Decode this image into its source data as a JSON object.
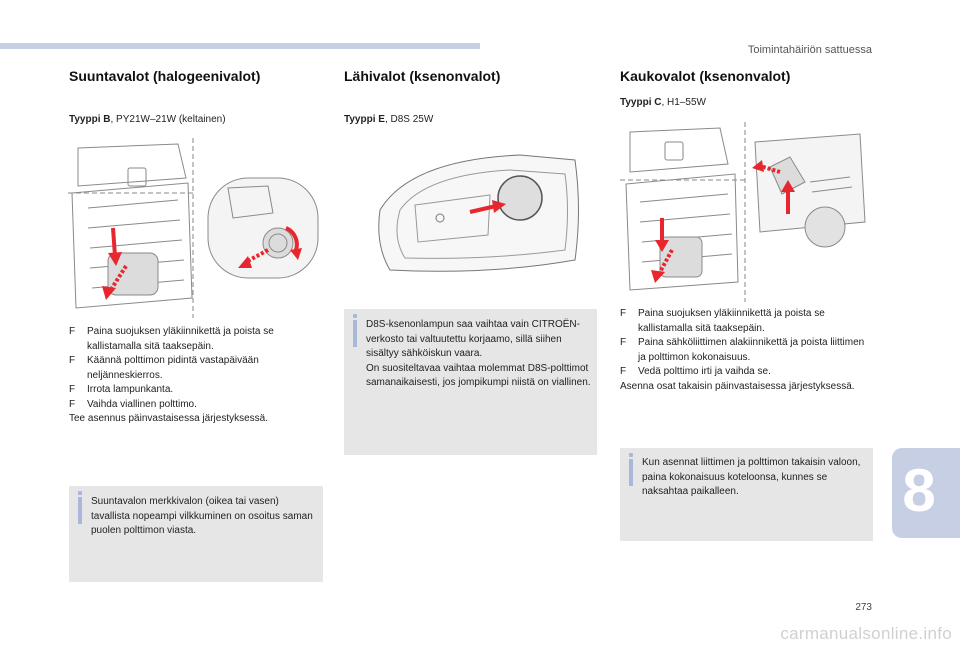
{
  "header": {
    "section_title": "Toimintahäiriön sattuessa"
  },
  "chapter_tab": "8",
  "page_number": "273",
  "watermark": "carmanualsonline.info",
  "columns": [
    {
      "title": "Suuntavalot (halogeenivalot)",
      "type_label": "Tyyppi B",
      "type_spec": ", PY21W–21W (keltainen)",
      "steps": [
        "Paina suojuksen yläkiinnikettä ja poista se kallistamalla sitä taaksepäin.",
        "Käännä polttimon pidintä vastapäivään neljänneskierros.",
        "Irrota lampunkanta.",
        "Vaihda viallinen polttimo."
      ],
      "closing": "Tee asennus päinvastaisessa järjestyksessä.",
      "info": "Suuntavalon merkkivalon (oikea tai vasen) tavallista nopeampi vilkkuminen on osoitus saman puolen polttimon viasta."
    },
    {
      "title": "Lähivalot (ksenonvalot)",
      "type_label": "Tyyppi E",
      "type_spec": ", D8S 25W",
      "info": "D8S-ksenonlampun saa vaihtaa vain CITROËN-verkosto tai valtuutettu korjaamo, sillä siihen sisältyy sähköiskun vaara.\nOn suositeltavaa vaihtaa molemmat D8S-polttimot samanaikaisesti, jos jompikumpi niistä on viallinen."
    },
    {
      "title": "Kaukovalot (ksenonvalot)",
      "type_label": "Tyyppi C",
      "type_spec": ", H1–55W",
      "steps": [
        "Paina suojuksen yläkiinnikettä ja poista se kallistamalla sitä taaksepäin.",
        "Paina sähköliittimen alakiinnikettä ja poista liittimen ja polttimon kokonaisuus.",
        "Vedä polttimo irti ja vaihda se."
      ],
      "closing": "Asenna osat takaisin päinvastaisessa järjestyksessä.",
      "info": "Kun asennat liittimen ja polttimon takaisin valoon, paina kokonaisuus koteloonsa, kunnes se naksahtaa paikalleen."
    }
  ],
  "bullet_glyph": "F",
  "colors": {
    "accent": "#c6cfe3",
    "info_bg": "#e6e6e6",
    "arrow_red": "#e8262e"
  }
}
